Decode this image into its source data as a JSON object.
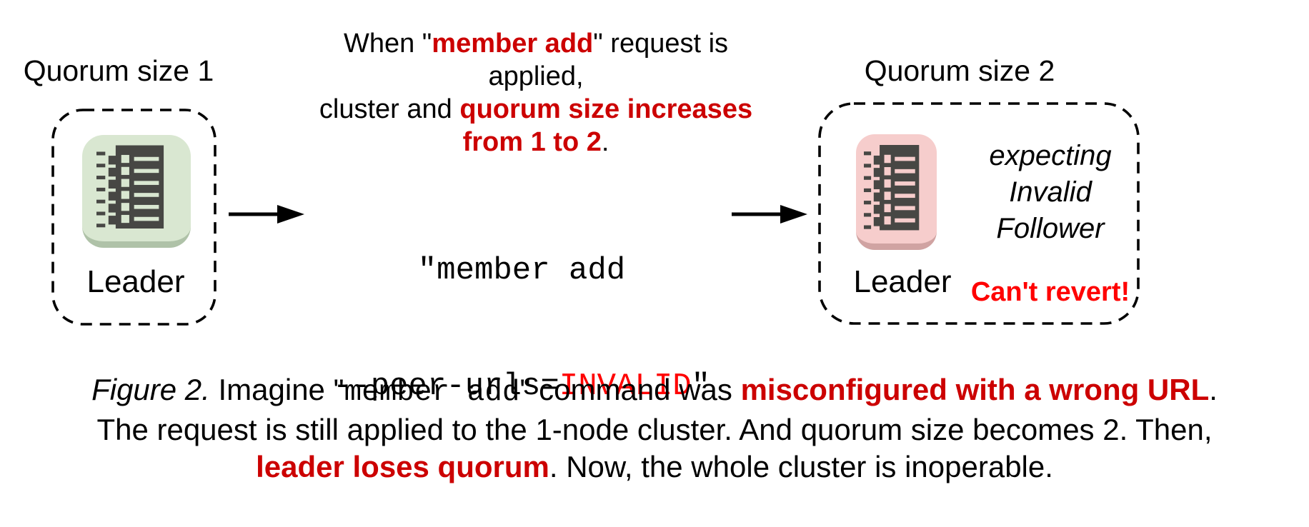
{
  "figure": {
    "left_cluster": {
      "label": "Quorum size 1",
      "node_label": "Leader"
    },
    "right_cluster": {
      "label": "Quorum size 2",
      "node_label": "Leader",
      "expecting": [
        "expecting",
        "Invalid",
        "Follower"
      ],
      "warning": "Can't revert!"
    },
    "annotation": {
      "l1_black1": "When \"",
      "l1_red": "member add",
      "l1_black2": "\" request is applied,",
      "l2_black": "cluster and ",
      "l2_red": "quorum size increases",
      "l3_red": "from 1 to 2",
      "l3_black": "."
    },
    "command": {
      "line1": "\"member add",
      "line2_black1": "--peer-urls=",
      "line2_red": "INVALID",
      "line2_black2": "\""
    }
  },
  "caption": {
    "fig_label": "Figure 2.",
    "seg1": " Imagine \"",
    "mono": "member add",
    "seg2": "\" command was ",
    "red1": "misconfigured with a wrong URL",
    "seg3": ".",
    "line2": "The request is still applied to the 1-node cluster. And quorum size becomes 2. Then,",
    "red2": "leader loses quorum",
    "seg4": ". Now, the whole cluster is inoperable."
  },
  "colors": {
    "emphasis_red": "#cc0000",
    "bright_red": "#ff0000",
    "green_node_fill": "#d9e7d1",
    "green_node_shadow": "#afc2a8",
    "pink_node_fill": "#f6cdcc",
    "pink_node_shadow": "#d0a3a2",
    "icon_dark": "#474744"
  }
}
